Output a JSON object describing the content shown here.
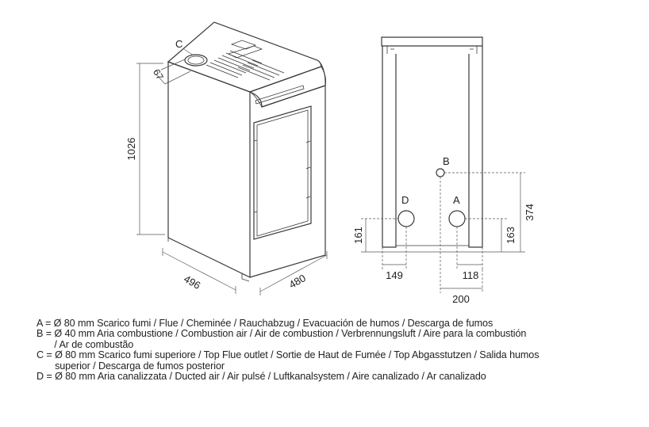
{
  "labels": {
    "point_a": "A",
    "point_b": "B",
    "point_c": "C",
    "point_d": "D"
  },
  "dimensions": {
    "height": "1026",
    "depth": "496",
    "width": "480",
    "c_offset": "67",
    "b_height": "374",
    "a_height": "163",
    "d_height": "161",
    "d_offset": "149",
    "a_offset": "118",
    "b_offset": "200"
  },
  "legend": [
    {
      "key": "A = ",
      "lines": [
        "Ø 80 mm  Scarico fumi / Flue / Cheminée / Rauchabzug / Evacuación de humos / Descarga de fumos"
      ]
    },
    {
      "key": "B = ",
      "lines": [
        "Ø 40 mm  Aria combustione / Combustion air / Air de combustion / Verbrennungsluft / Aire para la combustión",
        "/ Ar de combustão"
      ]
    },
    {
      "key": "C = ",
      "lines": [
        "Ø 80 mm  Scarico fumi superiore / Top Flue outlet / Sortie de Haut de Fumée / Top Abgasstutzen / Salida humos",
        "superior / Descarga de fumos posterior"
      ]
    },
    {
      "key": "D = ",
      "lines": [
        "Ø 80 mm  Aria canalizzata / Ducted air / Air pulsé / Luftkanalsystem / Aire canalizado / Ar canalizado"
      ]
    }
  ]
}
